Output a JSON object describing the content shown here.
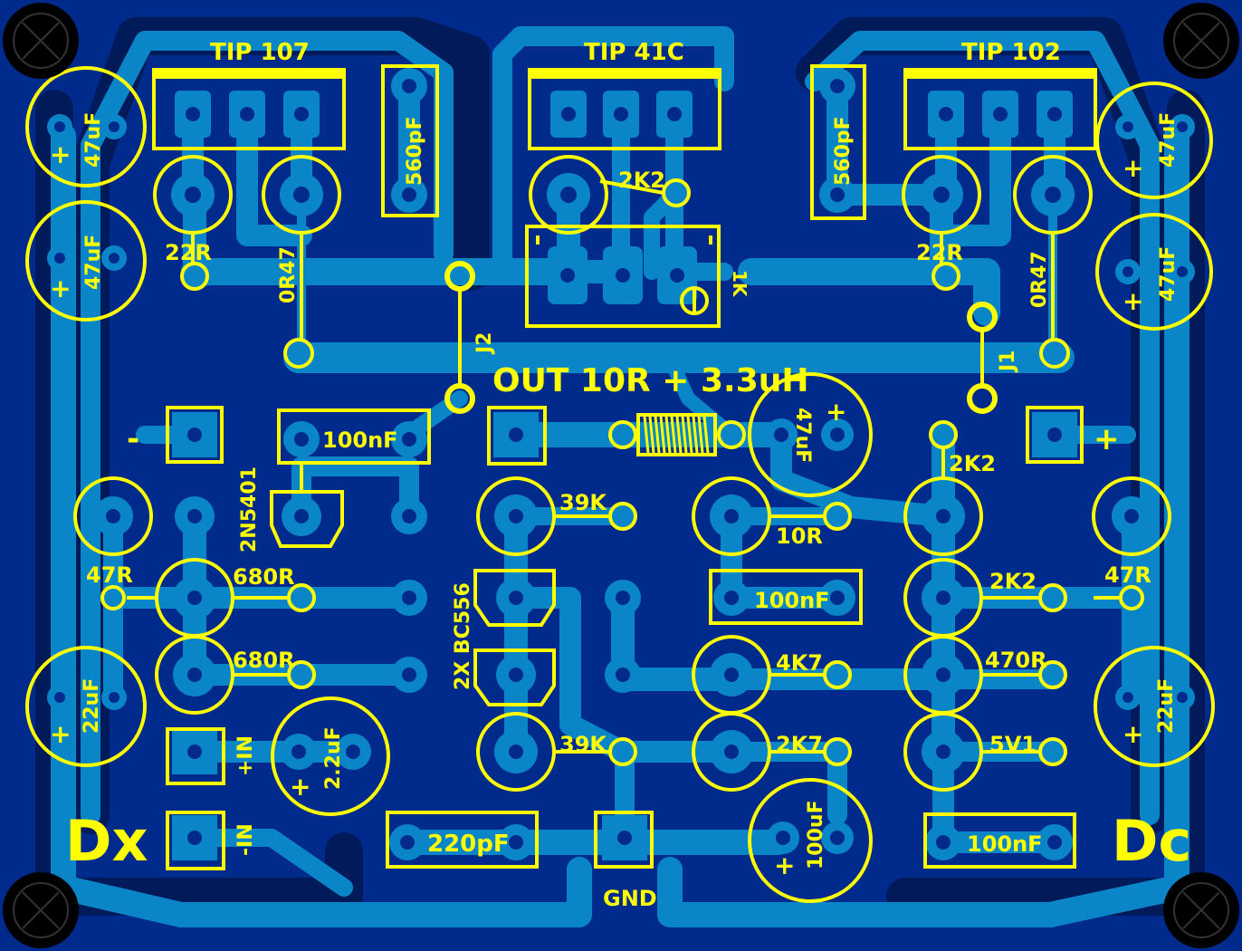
{
  "colors": {
    "substrate": "#002a8c",
    "copper": "#0a86c8",
    "silkscreen": "#ffff00",
    "hole": "#000000",
    "outline": "#000000"
  },
  "labels": {
    "tip107": "TIP 107",
    "tip41c": "TIP 41C",
    "tip102": "TIP 102",
    "c47_1": "47uF",
    "c47_2": "47uF",
    "c47_3": "47uF",
    "c47_4": "47uF",
    "c47_5": "47uF",
    "c560_l": "560pF",
    "c560_r": "560pF",
    "r22_l": "22R",
    "r22_r": "22R",
    "r047_l": "0R47",
    "r047_r": "0R47",
    "r2k2_top": "2K2",
    "pot1k": "1K",
    "j2": "J2",
    "j1": "J1",
    "out_label": "OUT 10R + 3.3uH",
    "minus": "-",
    "plus": "+",
    "c100n_1": "100nF",
    "c100n_2": "100nF",
    "c100n_3": "100nF",
    "q2n5401": "2N5401",
    "r39k_1": "39K",
    "r39k_2": "39K",
    "r10r": "10R",
    "r2k2_mid": "2K2",
    "r2k2_low": "2K2",
    "r47r_l": "47R",
    "r47r_r": "47R",
    "r680_1": "680R",
    "r680_2": "680R",
    "bc556": "2X BC556",
    "r4k7": "4K7",
    "r470": "470R",
    "c22_l": "22uF",
    "c22_r": "22uF",
    "plus_in": "+IN",
    "minus_in": "-IN",
    "c2u2": "2.2uF",
    "r2k7": "2K7",
    "z5v1": "5V1",
    "c220p": "220pF",
    "gnd": "GND",
    "c100u": "100uF",
    "dx": "Dx",
    "dc": "Dc"
  }
}
